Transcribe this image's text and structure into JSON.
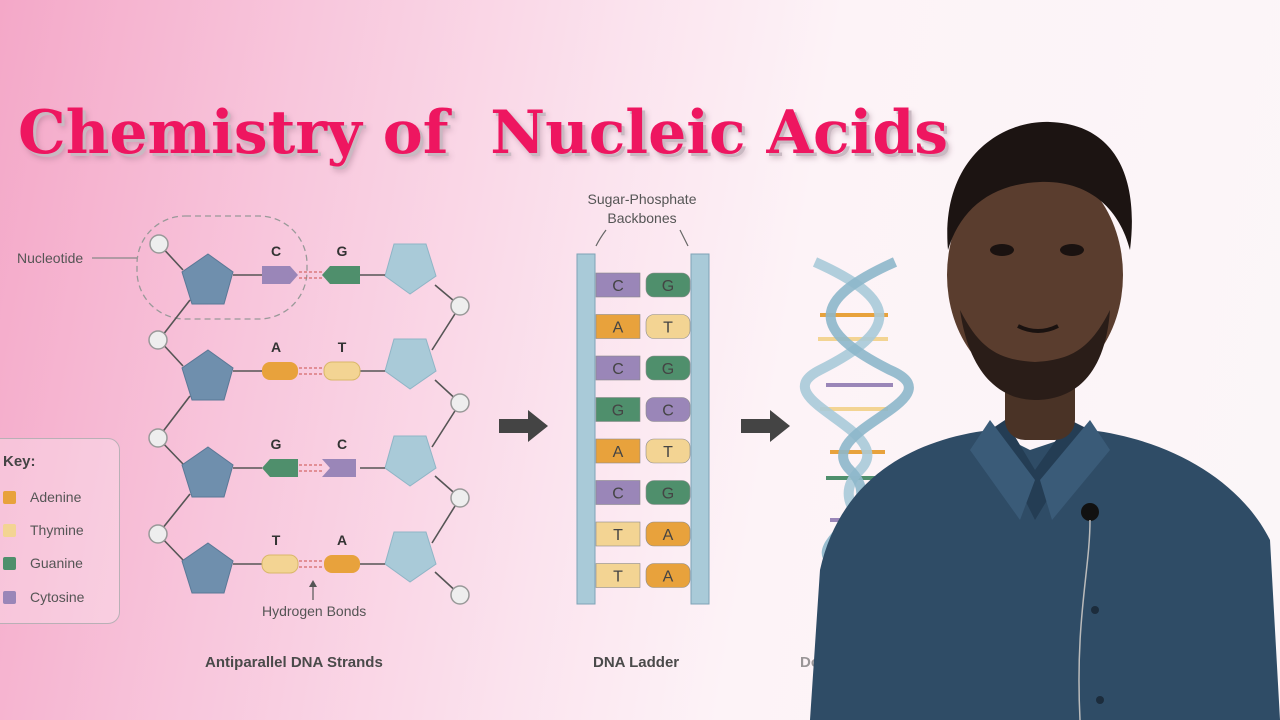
{
  "title": "Chemistry of  Nucleic Acids",
  "labels": {
    "nucleotide": "Nucleotide",
    "backbones_line1": "Sugar-Phosphate",
    "backbones_line2": "Backbones",
    "hydrogen_bonds": "Hydrogen Bonds"
  },
  "captions": {
    "strands": "Antiparallel DNA Strands",
    "ladder": "DNA Ladder",
    "helix": "Double Helix"
  },
  "key": {
    "title": "Key:",
    "items": [
      {
        "name": "Adenine",
        "color": "#e8a23c"
      },
      {
        "name": "Thymine",
        "color": "#f3d493"
      },
      {
        "name": "Guanine",
        "color": "#4f8f6c"
      },
      {
        "name": "Cytosine",
        "color": "#9a86b8"
      }
    ]
  },
  "strand_pairs": [
    {
      "left": "C",
      "right": "G"
    },
    {
      "left": "A",
      "right": "T"
    },
    {
      "left": "G",
      "right": "C"
    },
    {
      "left": "T",
      "right": "A"
    }
  ],
  "ladder_rungs": [
    {
      "left": "C",
      "right": "G"
    },
    {
      "left": "A",
      "right": "T"
    },
    {
      "left": "C",
      "right": "G"
    },
    {
      "left": "G",
      "right": "C"
    },
    {
      "left": "A",
      "right": "T"
    },
    {
      "left": "C",
      "right": "G"
    },
    {
      "left": "T",
      "right": "A"
    },
    {
      "left": "T",
      "right": "A"
    }
  ],
  "colors": {
    "adenine": "#e8a23c",
    "thymine": "#f3d493",
    "guanine": "#4f8f6c",
    "cytosine": "#9a86b8",
    "sugar_left": "#6f8fad",
    "sugar_right": "#a9cad8",
    "backbone": "#a9cad8",
    "title": "#ee1660"
  },
  "icons": [
    "right-arrow-icon",
    "right-arrow-icon"
  ]
}
